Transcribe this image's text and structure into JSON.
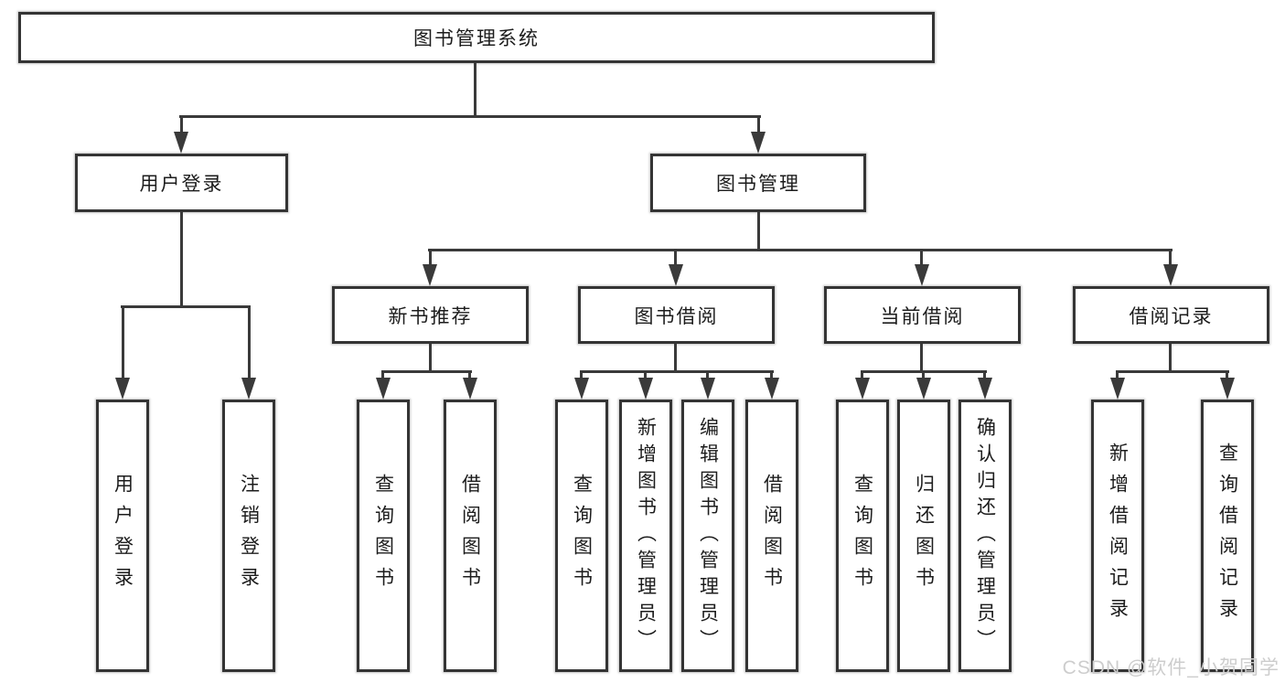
{
  "page": {
    "background": "#ffffff",
    "line_color": "#3a3a3a",
    "box_border_color": "#343434",
    "text_color": "#1c1c1c",
    "watermark_color": "#cdcdcd"
  },
  "tree": {
    "label": "图书管理系统",
    "children": [
      {
        "label": "用户登录",
        "children": [
          {
            "label": "用户登录"
          },
          {
            "label": "注销登录"
          }
        ]
      },
      {
        "label": "图书管理",
        "children": [
          {
            "label": "新书推荐",
            "children": [
              {
                "label": "查询图书"
              },
              {
                "label": "借阅图书"
              }
            ]
          },
          {
            "label": "图书借阅",
            "children": [
              {
                "label": "查询图书"
              },
              {
                "label": "新增图书（管理员）"
              },
              {
                "label": "编辑图书（管理员）"
              },
              {
                "label": "借阅图书"
              }
            ]
          },
          {
            "label": "当前借阅",
            "children": [
              {
                "label": "查询图书"
              },
              {
                "label": "归还图书"
              },
              {
                "label": "确认归还（管理员）"
              }
            ]
          },
          {
            "label": "借阅记录",
            "children": [
              {
                "label": "新增借阅记录"
              },
              {
                "label": "查询借阅记录"
              }
            ]
          }
        ]
      }
    ]
  },
  "watermark": {
    "text": "CSDN @软件_小贺同学"
  }
}
